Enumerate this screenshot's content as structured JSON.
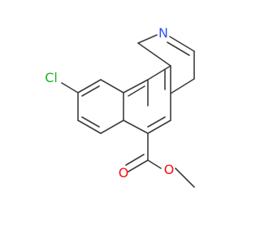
{
  "molecule": {
    "atom_labels": {
      "nitrogen": "N",
      "chlorine": "Cl",
      "carbonyl_oxygen": "O",
      "ester_oxygen": "O"
    },
    "colors": {
      "background": "#ffffff",
      "bond": "#3c3c3c",
      "nitrogen": "#3050f8",
      "chlorine": "#1fb31f",
      "oxygen": "#ff0d0d"
    }
  }
}
